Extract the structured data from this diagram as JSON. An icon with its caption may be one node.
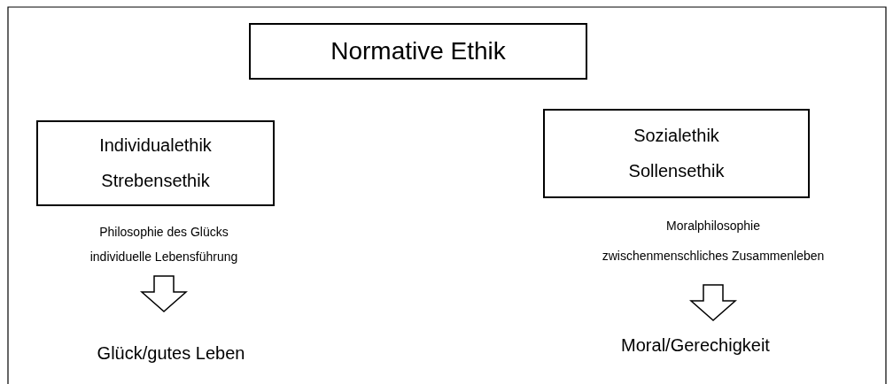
{
  "diagram": {
    "nodes": [
      {
        "text": [
          "Normative Ethik"
        ]
      },
      {
        "text": [
          "Individualethik",
          "Strebensethik"
        ]
      },
      {
        "text": [
          "Philosophie des Glücks",
          "individuelle Lebensführung"
        ]
      },
      {
        "text": [
          "Glück/gutes Leben"
        ]
      },
      {
        "text": [
          "Sozialethik",
          "Sollensethik"
        ]
      },
      {
        "text": [
          "Moralphilosophie",
          "zwischenmenschliches Zusammenleben"
        ]
      },
      {
        "text": [
          "Moral/Gerechigkeit"
        ]
      }
    ],
    "edges": [
      {
        "from": 2,
        "to": 3,
        "arrow": "to"
      },
      {
        "from": 5,
        "to": 6,
        "arrow": "to"
      }
    ]
  }
}
